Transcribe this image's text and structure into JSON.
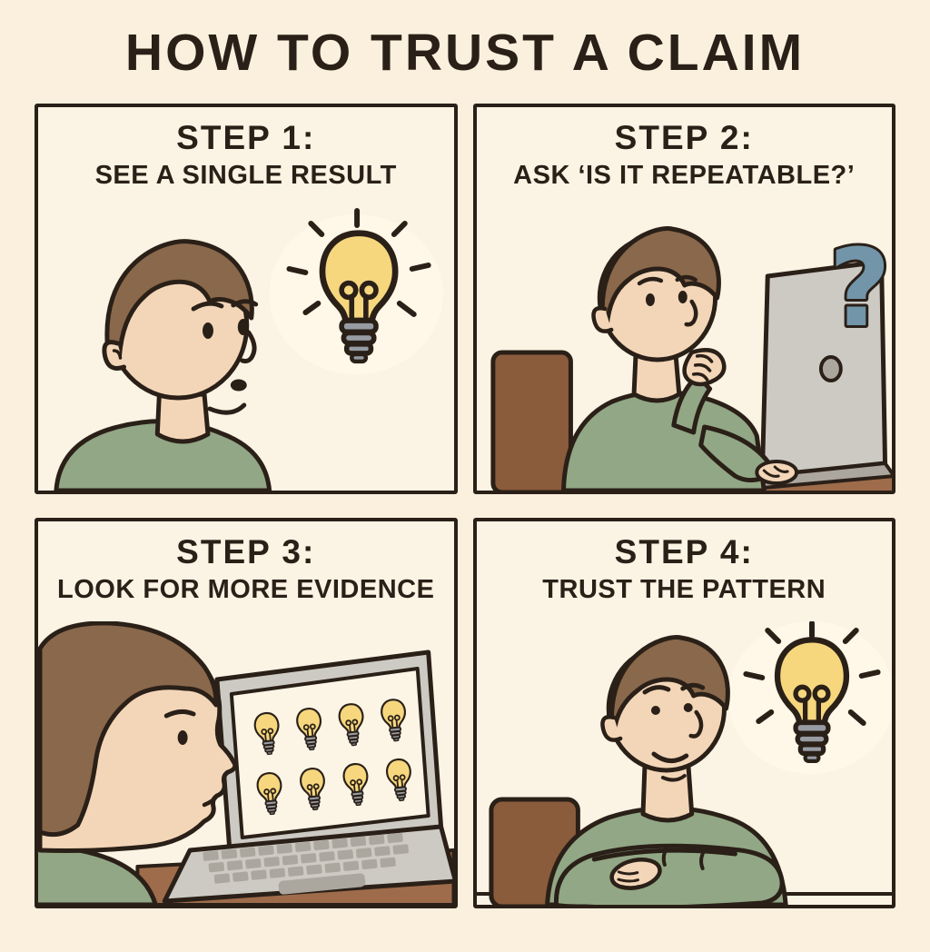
{
  "title": "HOW TO TRUST A CLAIM",
  "panels": [
    {
      "step_label": "STEP 1:",
      "subtitle": "SEE A SINGLE RESULT",
      "illustration": "man-seeing-single-lightbulb",
      "lightbulb_count": 1
    },
    {
      "step_label": "STEP 2:",
      "subtitle": "ASK ‘IS IT REPEATABLE?’",
      "illustration": "man-thinking-at-laptop-with-question-mark"
    },
    {
      "step_label": "STEP 3:",
      "subtitle": "LOOK FOR MORE EVIDENCE",
      "illustration": "man-viewing-laptop-screen-of-lightbulbs",
      "lightbulb_count": 8
    },
    {
      "step_label": "STEP 4:",
      "subtitle": "TRUST THE PATTERN",
      "illustration": "man-smiling-arms-crossed-with-lightbulb",
      "lightbulb_count": 1
    }
  ],
  "icons": {
    "question_mark": "?"
  },
  "colors": {
    "background": "#FAF0DD",
    "panel_fill": "#FBF3E3",
    "outline": "#2A2018",
    "text": "#2A2018",
    "skin": "#F3D6B8",
    "hair_brown": "#8A684B",
    "shirt_green": "#92A785",
    "bulb_yellow": "#F6D77E",
    "bulb_base_gray": "#979CA3",
    "question_blue": "#7295A9",
    "laptop_gray": "#CDCAC4",
    "key_gray": "#ACA79E",
    "screen_cream": "#FCF5E5",
    "desk_brown": "#9E6C4B",
    "chair_brown": "#8A5C3C",
    "glow": "#FFF8E8"
  }
}
